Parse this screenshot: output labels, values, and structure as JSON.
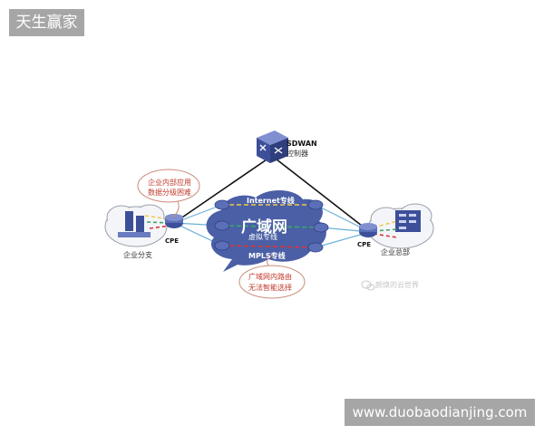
{
  "watermark_top": "天生赢家",
  "watermark_bottom": "www.duobaodianjing.com",
  "diagram": {
    "controller": {
      "line1": "SDWAN",
      "line2": "控制器"
    },
    "wan": {
      "title": "广域网",
      "links": [
        {
          "label": "Internet专线",
          "color": "#f2c84b"
        },
        {
          "label": "虚拟专线",
          "color": "#3aa86b"
        },
        {
          "label": "MPLS专线",
          "color": "#d9353a"
        }
      ]
    },
    "branch": {
      "name": "企业分支",
      "cpe": "CPE"
    },
    "hq": {
      "name": "企业总部",
      "cpe": "CPE"
    },
    "callouts": [
      {
        "line1": "企业内部应用",
        "line2": "数据分级困难"
      },
      {
        "line1": "广域网内路由",
        "line2": "无法智能选择"
      }
    ],
    "credit": "颜焕的云世界",
    "colors": {
      "cloud": "#4a5fa5",
      "device": "#3e4f99",
      "callout_text": "#c0392b",
      "link_blue": "#6ab0d8",
      "controller_line": "#111111"
    }
  }
}
